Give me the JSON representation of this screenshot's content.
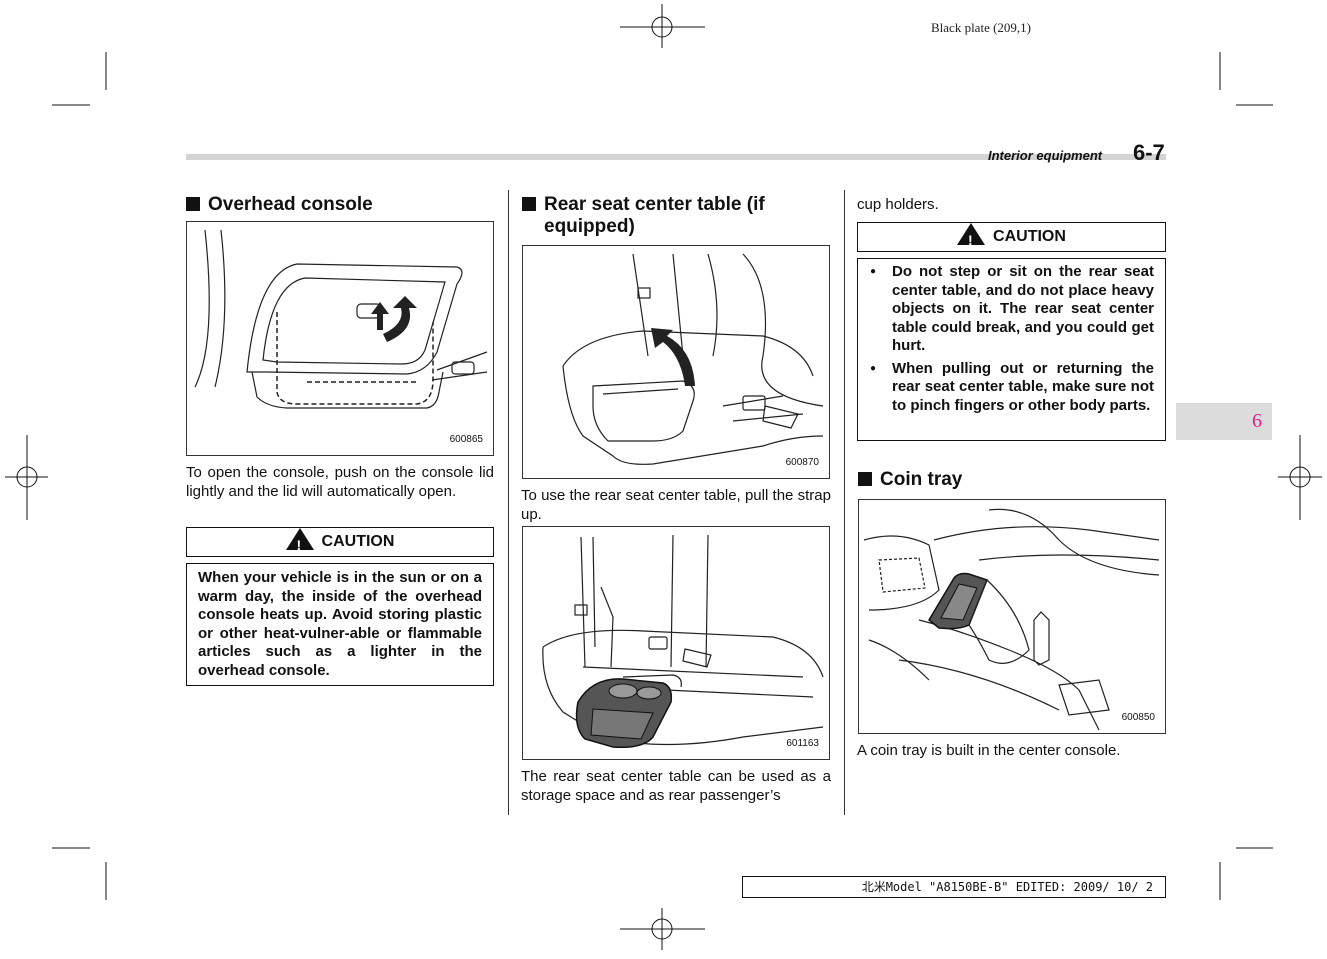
{
  "plate": "Black plate (209,1)",
  "header": {
    "section": "Interior equipment",
    "page": "6-7"
  },
  "tab": {
    "number": "6"
  },
  "col1": {
    "heading": "Overhead console",
    "figure_code": "600865",
    "para": "To open the console, push on the console lid lightly and the lid will automatically open.",
    "caution_label": "CAUTION",
    "caution_text": "When your vehicle is in the sun or on a warm day, the inside of the overhead console heats up. Avoid storing plastic or other heat-vulner-able or flammable articles such as a lighter in the overhead console."
  },
  "col2": {
    "heading": "Rear seat center table (if equipped)",
    "figure1_code": "600870",
    "para1": "To use the rear seat center table, pull the strap up.",
    "figure2_code": "601163",
    "para2": "The rear seat center table can be used as a storage space and as rear passenger’s"
  },
  "col3": {
    "cont": "cup holders.",
    "caution_label": "CAUTION",
    "caution_items": [
      "Do not step or sit on the rear seat center table, and do not place heavy objects on it. The rear seat center table could break, and you could get hurt.",
      "When pulling out or returning the rear seat center table, make sure not to pinch fingers or other body parts."
    ],
    "heading": "Coin tray",
    "figure_code": "600850",
    "para": "A coin tray is built in the center console."
  },
  "footer": "北米Model \"A8150BE-B\" EDITED: 2009/ 10/ 2"
}
